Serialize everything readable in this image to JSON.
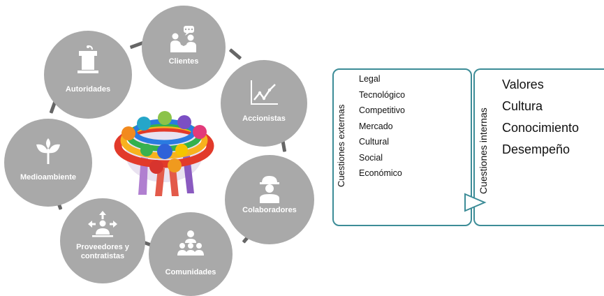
{
  "stakeholders": [
    {
      "id": "clientes",
      "label": "Clientes",
      "icon": "handshake-icon"
    },
    {
      "id": "accionistas",
      "label": "Accionistas",
      "icon": "line-chart-icon"
    },
    {
      "id": "colaboradores",
      "label": "Colaboradores",
      "icon": "worker-helmet-icon"
    },
    {
      "id": "comunidades",
      "label": "Comunidades",
      "icon": "community-people-icon"
    },
    {
      "id": "proveedores",
      "label": "Proveedores y contratistas",
      "icon": "person-arrows-icon"
    },
    {
      "id": "medioambiente",
      "label": "Medioambiente",
      "icon": "leaf-sprout-icon"
    },
    {
      "id": "autoridades",
      "label": "Autoridades",
      "icon": "podium-icon"
    }
  ],
  "center_image": "colorful-people-circle-icon",
  "external": {
    "title": "Cuestiones externas",
    "items": [
      "Legal",
      "Tecnológico",
      "Competitivo",
      "Mercado",
      "Cultural",
      "Social",
      "Económico"
    ]
  },
  "internal": {
    "title": "Cuestiones internas",
    "items": [
      "Valores",
      "Cultura",
      "Conocimiento",
      "Desempeño"
    ]
  },
  "colors": {
    "node_fill": "#a9a9a9",
    "box_border": "#3c8c97",
    "node_text": "#ffffff"
  }
}
